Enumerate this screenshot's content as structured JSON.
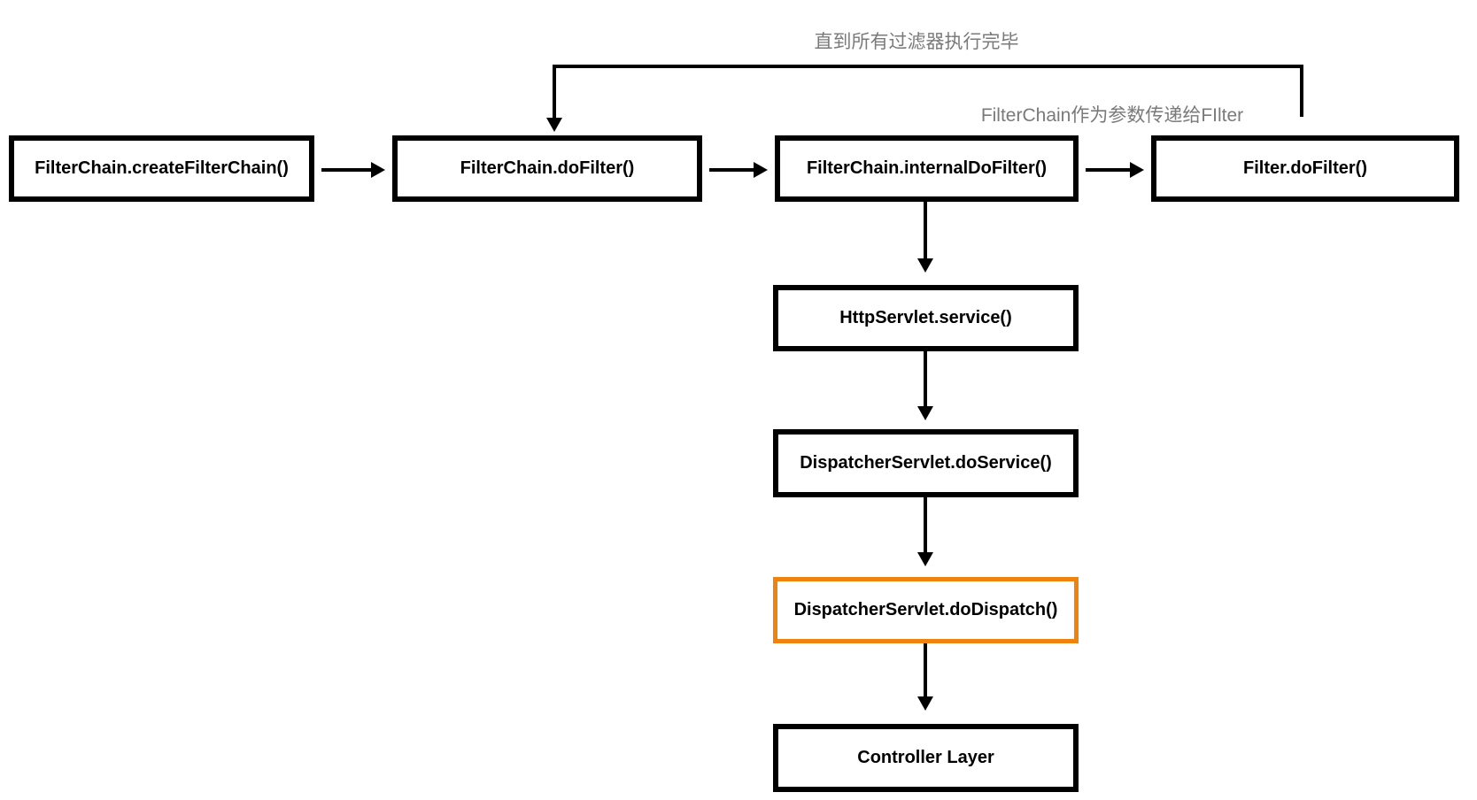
{
  "diagram": {
    "nodes": {
      "create_filter_chain": {
        "label": "FilterChain.createFilterChain()"
      },
      "do_filter": {
        "label": "FilterChain.doFilter()"
      },
      "internal_do_filter": {
        "label": "FilterChain.internalDoFilter()"
      },
      "filter_do_filter": {
        "label": "Filter.doFilter()"
      },
      "http_servlet_service": {
        "label": "HttpServlet.service()"
      },
      "dispatcher_do_service": {
        "label": "DispatcherServlet.doService()"
      },
      "dispatcher_do_dispatch": {
        "label": "DispatcherServlet.doDispatch()"
      },
      "controller_layer": {
        "label": "Controller Layer"
      }
    },
    "annotations": {
      "loop_label": "直到所有过滤器执行完毕",
      "param_label": "FilterChain作为参数传递给FIlter"
    },
    "colors": {
      "node_border": "#000000",
      "highlight_border": "#F0830D",
      "annotation_text": "#7A7A7A",
      "background": "#FFFFFF"
    }
  }
}
